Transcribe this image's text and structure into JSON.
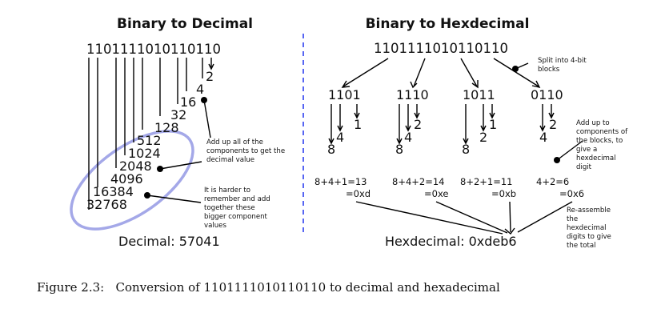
{
  "left": {
    "title": "Binary to Decimal",
    "binary": "1101111010110110",
    "components": [
      "2",
      "4",
      "16",
      "32",
      "128",
      "512",
      "1024",
      "2048",
      "4096",
      "16384",
      "32768"
    ],
    "note_sum": [
      "Add up all of the",
      "components to get the",
      "decimal value"
    ],
    "note_big": [
      "It is harder to",
      "remember and add",
      "together these",
      "bigger component",
      "values"
    ],
    "result": "Decimal: 57041"
  },
  "right": {
    "title": "Binary to Hexdecimal",
    "binary": "1101111010110110",
    "note_split": [
      "Split into 4-bit",
      "blocks"
    ],
    "blocks": [
      {
        "bits": "1101",
        "parts": [
          "1",
          "4",
          "8"
        ],
        "sum": "8+4+1=13",
        "hex": "=0xd"
      },
      {
        "bits": "1110",
        "parts": [
          "2",
          "4",
          "8"
        ],
        "sum": "8+4+2=14",
        "hex": "=0xe"
      },
      {
        "bits": "1011",
        "parts": [
          "1",
          "2",
          "8"
        ],
        "sum": "8+2+1=11",
        "hex": "=0xb"
      },
      {
        "bits": "0110",
        "parts": [
          "2",
          "4"
        ],
        "sum": "4+2=6",
        "hex": "=0x6"
      }
    ],
    "note_add": [
      "Add up to",
      "components of",
      "the blocks, to",
      "give a",
      "hexdecimal",
      "digit"
    ],
    "note_reassemble": [
      "Re-assemble",
      "the",
      "hexdecimal",
      "digits to give",
      "the total"
    ],
    "result": "Hexdecimal: 0xdeb6"
  },
  "caption": "Figure 2.3:   Conversion of 1101111010110110 to decimal and hexadecimal",
  "colors": {
    "ellipse": "#a4a8e8",
    "divider": "#2d3ff0",
    "ink": "#000000"
  }
}
